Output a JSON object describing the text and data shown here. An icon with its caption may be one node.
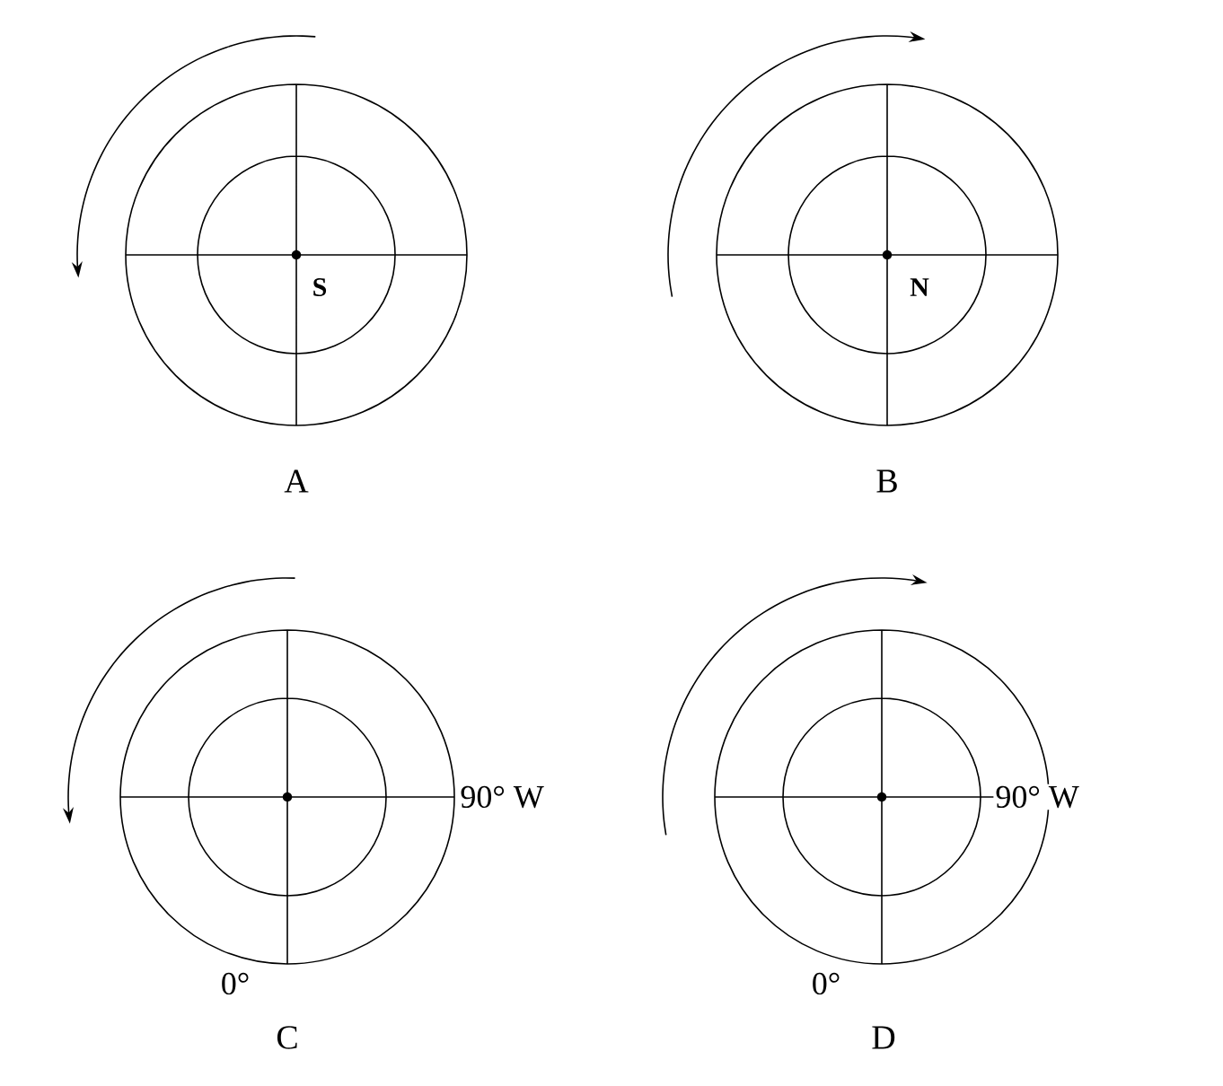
{
  "diagram": {
    "labels": [
      "S",
      "A",
      "N",
      "B",
      "90° W",
      "0°",
      "C",
      "90° W",
      "0°",
      "D"
    ]
  }
}
